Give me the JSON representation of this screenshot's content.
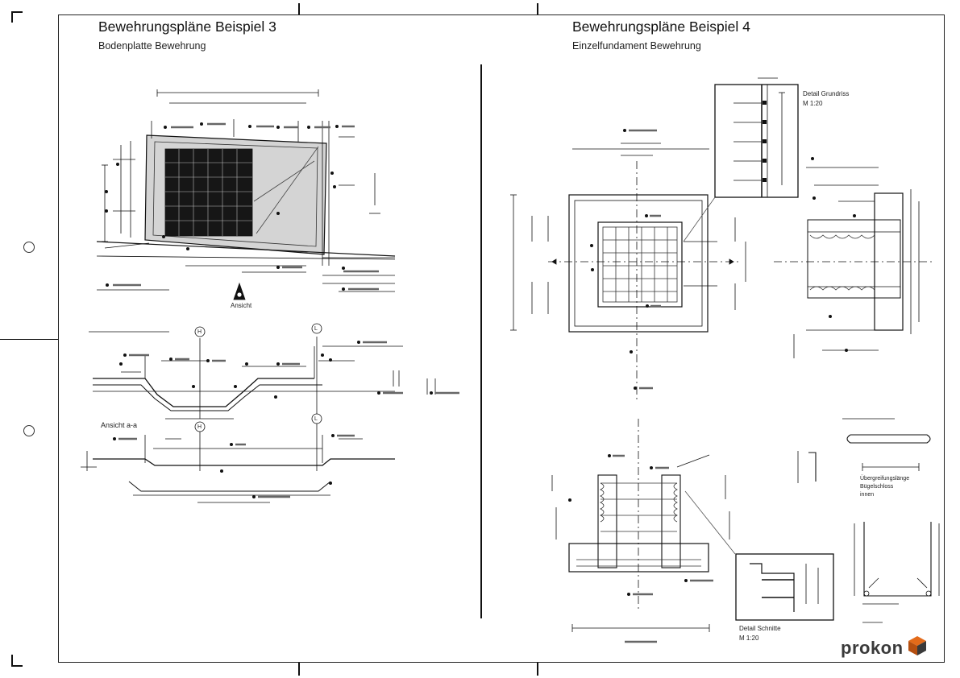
{
  "left_panel": {
    "title": "Bewehrungspläne Beispiel 3",
    "subtitle": "Bodenplatte Bewehrung",
    "ansicht_marker_label": "Ansicht",
    "section_label": "Ansicht a-a",
    "axis_markers": [
      "H",
      "L",
      "H",
      "L"
    ]
  },
  "right_panel": {
    "title": "Bewehrungspläne Beispiel 4",
    "subtitle": "Einzelfundament Bewehrung",
    "detail_grundriss": {
      "line1": "Detail Grundriss",
      "line2": "M 1:20"
    },
    "detail_schnitt": {
      "line1": "Detail Schnitte",
      "line2": "M 1:20"
    },
    "uebergreifung_note": {
      "line1": "Übergreifungslänge",
      "line2": "Bügelschloss",
      "line3": "innen"
    }
  },
  "logo": {
    "text": "prokon",
    "accent_color": "#e36b1a",
    "dark_color": "#3a3a3a"
  },
  "icons": [
    "binder-hole-icon",
    "crop-mark-icon",
    "section-arrow-icon",
    "prokon-logo-icon"
  ]
}
